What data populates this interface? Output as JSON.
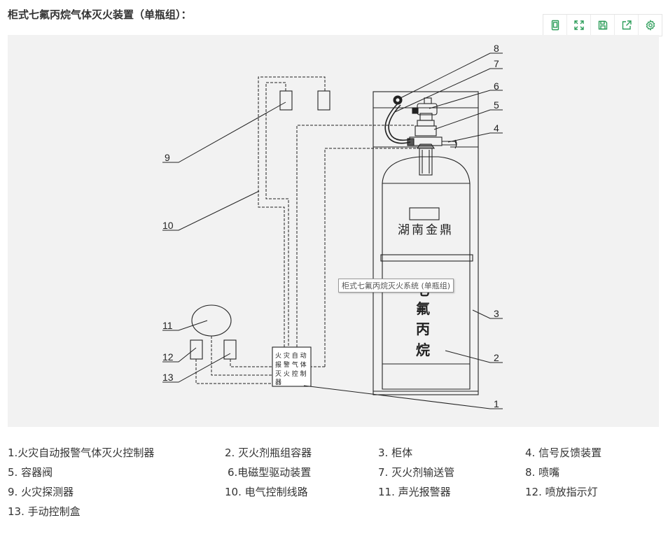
{
  "page": {
    "title": "柜式七氟丙烷气体灭火装置（单瓶组）："
  },
  "toolbar": {
    "buttons": [
      {
        "icon": "bookmark-icon"
      },
      {
        "icon": "fullscreen-icon"
      },
      {
        "icon": "save-icon"
      },
      {
        "icon": "share-icon"
      },
      {
        "icon": "settings-icon"
      }
    ]
  },
  "diagram": {
    "callouts": [
      "1",
      "2",
      "3",
      "4",
      "5",
      "6",
      "7",
      "8",
      "9",
      "10",
      "11",
      "12",
      "13"
    ],
    "cylinder_brand": "湖南金鼎",
    "cylinder_agent": [
      "七",
      "氟",
      "丙",
      "烷"
    ],
    "controller_text": [
      "火 灾 自 动",
      "报 警 气 体",
      "灭 火 控 制",
      "器"
    ],
    "tooltip": "柜式七氟丙烷灭火系统 (单瓶组)"
  },
  "legend": [
    [
      "1.火灾自动报警气体灭火控制器",
      "2. 灭火剂瓶组容器",
      "3. 柜体",
      "4. 信号反馈装置"
    ],
    [
      "5. 容器阀",
      "6.电磁型驱动装置",
      "7. 灭火剂输送管",
      "8. 喷嘴"
    ],
    [
      "9. 火灾探测器",
      "10. 电气控制线路",
      "11. 声光报警器",
      "12. 喷放指示灯"
    ],
    [
      "13. 手动控制盒"
    ]
  ]
}
